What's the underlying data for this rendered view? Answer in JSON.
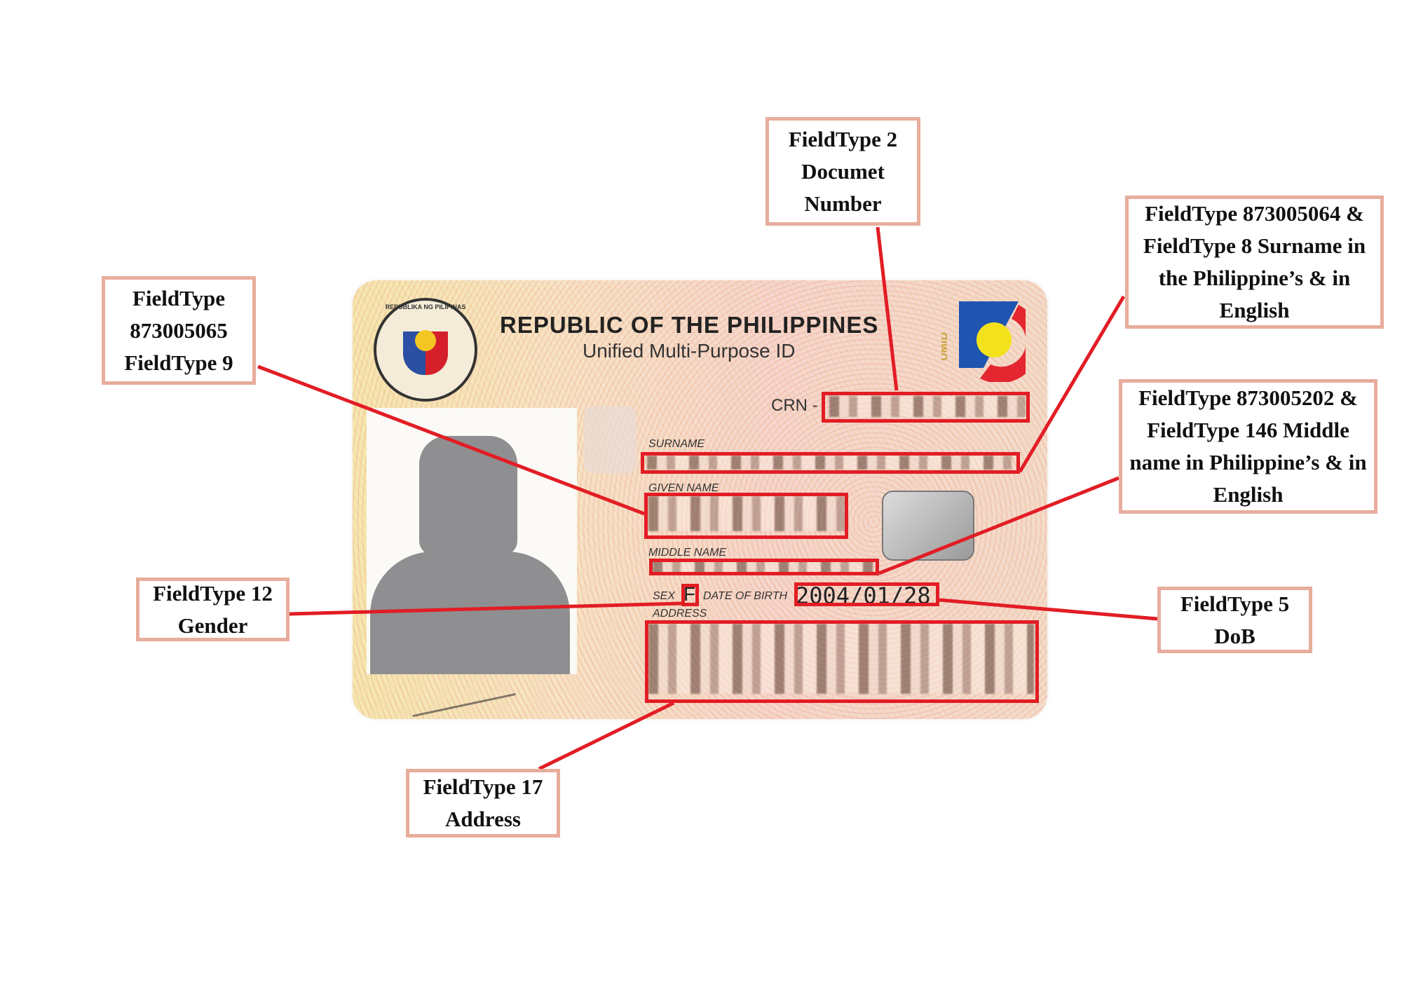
{
  "card": {
    "seal_text": "REPUBLIKA NG PILIPINAS",
    "title": "REPUBLIC OF THE PHILIPPINES",
    "subtitle": "Unified Multi-Purpose ID",
    "logo_text": "UMID",
    "crn_label": "CRN -",
    "surname_label": "SURNAME",
    "given_name_label": "GIVEN NAME",
    "middle_name_label": "MIDDLE NAME",
    "sex_label": "SEX",
    "sex_value": "F",
    "dob_label": "DATE OF BIRTH",
    "dob_value": "2004/01/28",
    "address_label": "ADDRESS"
  },
  "callouts": {
    "document_number": "FieldType 2 Documet Number",
    "surname": "FieldType 873005064 & FieldType 8 Surname in the Philippine’s & in English",
    "given_name": "FieldType 873005065 FieldType 9",
    "middle_name": "FieldType 873005202 & FieldType 146 Middle name in Philippine’s & in English",
    "gender": "FieldType 12 Gender",
    "dob": "FieldType 5 DoB",
    "address": "FieldType 17 Address"
  },
  "colors": {
    "highlight": "#e21d25",
    "callout_border": "#e8ad9c"
  }
}
